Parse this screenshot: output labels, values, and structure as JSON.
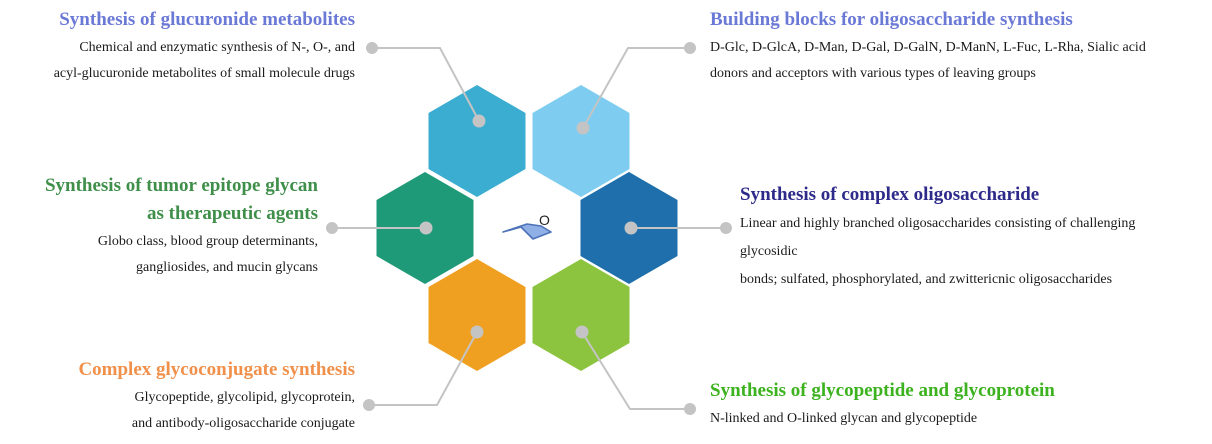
{
  "colors": {
    "connector": "#c4c4c4",
    "dot": "#c4c4c4"
  },
  "center_molecule": {
    "label": "O",
    "icon": "pyranose-chair-icon",
    "color": "#6b8fd4"
  },
  "segments": [
    {
      "id": "glucuronide",
      "title_lines": [
        "Synthesis of glucuronide metabolites"
      ],
      "title_color": "#6b79d6",
      "hex_color": "#3badd1",
      "desc_lines": [
        "Chemical and enzymatic synthesis of N-, O-, and",
        "acyl-glucuronide metabolites of small molecule drugs"
      ]
    },
    {
      "id": "building-blocks",
      "title_lines": [
        "Building blocks for oligosaccharide synthesis"
      ],
      "title_color": "#6b79d6",
      "hex_color": "#7ecdf0",
      "desc_lines": [
        "D-Glc, D-GlcA, D-Man, D-Gal, D-GalN, D-ManN, L-Fuc, L-Rha, Sialic acid",
        "donors and acceptors with various types of leaving groups"
      ]
    },
    {
      "id": "tumor-epitope",
      "title_lines": [
        "Synthesis of tumor epitope glycan",
        "as therapeutic agents"
      ],
      "title_color": "#3f8f4a",
      "hex_color": "#1f9a78",
      "desc_lines": [
        "Globo class, blood group determinants,",
        "gangliosides, and mucin glycans"
      ]
    },
    {
      "id": "complex-oligosaccharide",
      "title_lines": [
        "Synthesis of complex oligosaccharide"
      ],
      "title_color": "#2d2a8a",
      "hex_color": "#1e6fab",
      "desc_lines": [
        "Linear and highly branched oligosaccharides consisting of challenging",
        "glycosidic",
        "bonds; sulfated, phosphorylated, and zwittericnic oligosaccharides"
      ]
    },
    {
      "id": "glycoconjugate",
      "title_lines": [
        "Complex glycoconjugate synthesis"
      ],
      "title_color": "#f0904a",
      "hex_color": "#f0a020",
      "desc_lines": [
        "Glycopeptide, glycolipid, glycoprotein,",
        "and antibody-oligosaccharide conjugate"
      ]
    },
    {
      "id": "glycopeptide",
      "title_lines": [
        "Synthesis of glycopeptide and glycoprotein"
      ],
      "title_color": "#3cb21e",
      "hex_color": "#8cc43f",
      "desc_lines": [
        "N-linked and O-linked glycan and glycopeptide"
      ]
    }
  ]
}
